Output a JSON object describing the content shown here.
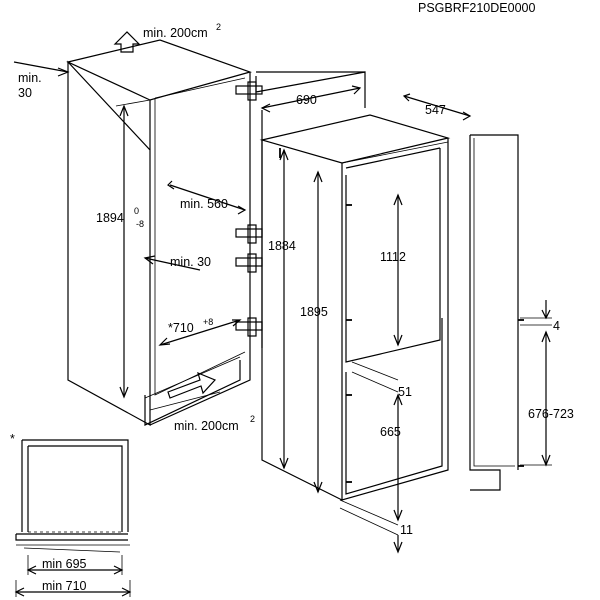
{
  "diagram_code": "PSGBRF210DE0000",
  "labels": {
    "vent_top": "min. 200cm",
    "vent_top_sup": "2",
    "min30_top_a": "min.",
    "min30_top_b": "30",
    "niche_height_main": "1894",
    "niche_height_sup": "0",
    "niche_height_sub": "-8",
    "min560": "min. 560",
    "min30_mid": "min. 30",
    "star710_main": "*710",
    "star710_sup": "+8",
    "vent_bottom": "min. 200cm",
    "vent_bottom_sup": "2",
    "depth690": "690",
    "width547": "547",
    "h1884": "1884",
    "h1895": "1895",
    "h1112": "1112",
    "d51": "51",
    "h665": "665",
    "d11": "11",
    "d4": "4",
    "range676_723": "676-723",
    "footnote_star": "*",
    "min695": "min 695",
    "min710": "min 710"
  }
}
